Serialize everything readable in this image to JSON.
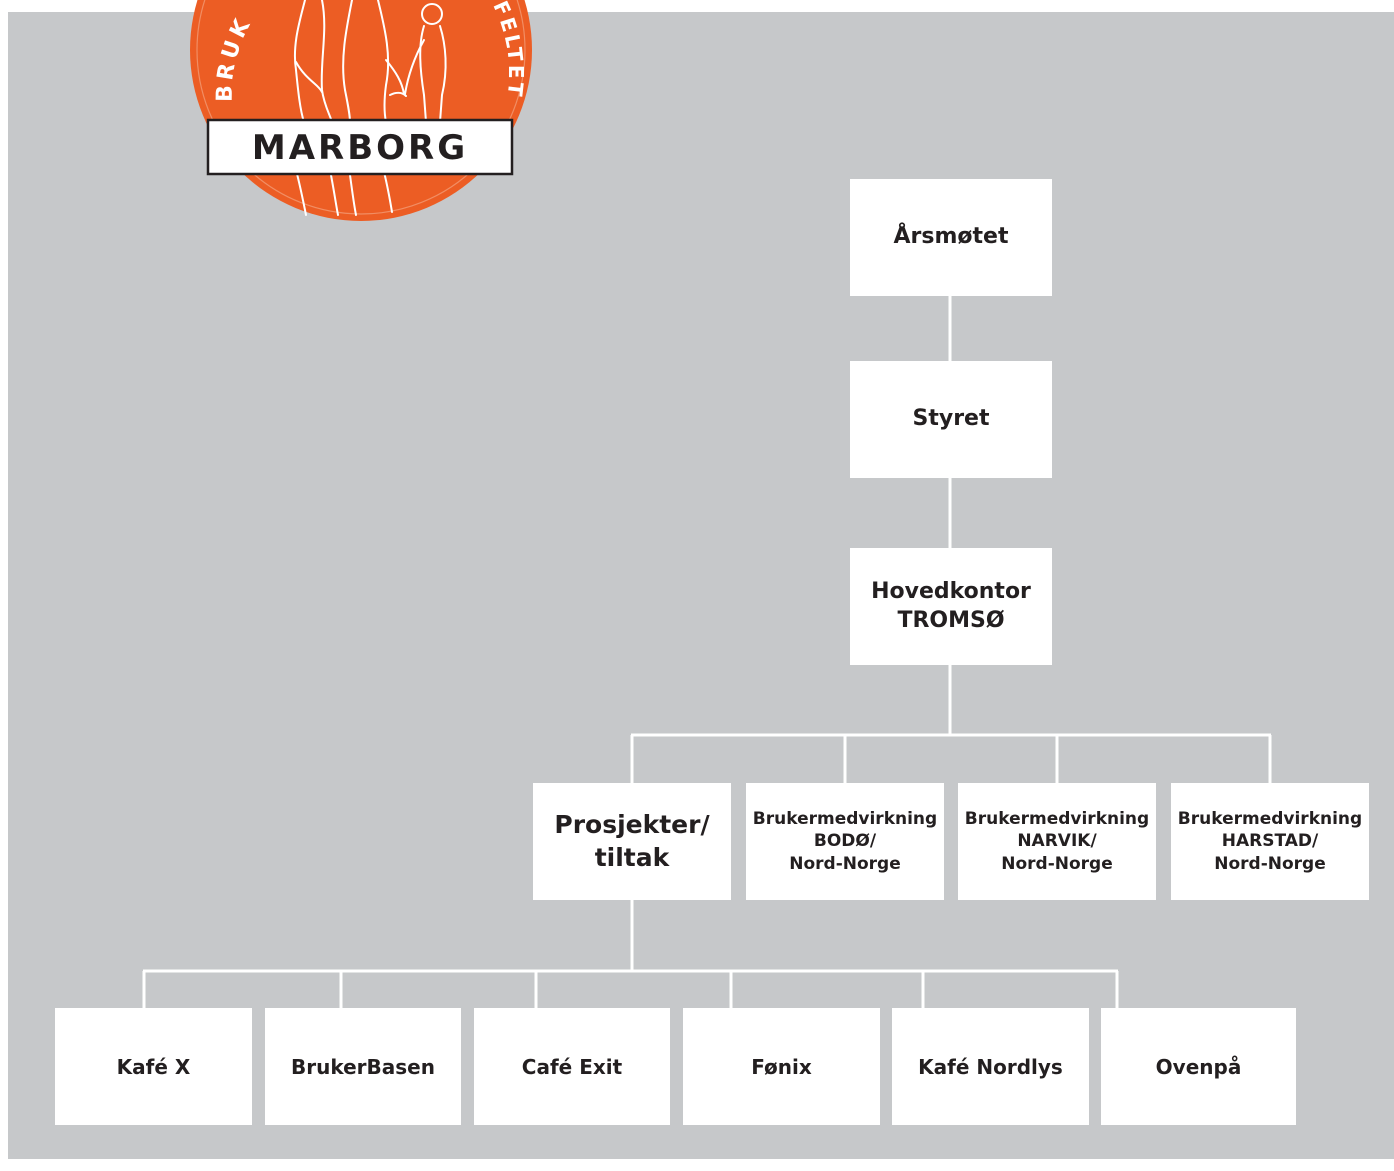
{
  "logo": {
    "arc_left": "BRUKER",
    "arc_right": "SFELTET",
    "name": "MARBORG",
    "color": "#ec5d24"
  },
  "nodes": {
    "arsmotet": [
      "Årsmøtet"
    ],
    "styret": [
      "Styret"
    ],
    "hovedkontor": [
      "Hovedkontor",
      "TROMSØ"
    ],
    "prosjekter": [
      "Prosjekter/",
      "tiltak"
    ],
    "bodo": [
      "Brukermedvirkning",
      "BODØ/",
      "Nord-Norge"
    ],
    "narvik": [
      "Brukermedvirkning",
      "NARVIK/",
      "Nord-Norge"
    ],
    "harstad": [
      "Brukermedvirkning",
      "HARSTAD/",
      "Nord-Norge"
    ],
    "kafex": [
      "Kafé X"
    ],
    "brukerbasen": [
      "BrukerBasen"
    ],
    "cafeexit": [
      "Café Exit"
    ],
    "fonix": [
      "Fønix"
    ],
    "nordlys": [
      "Kafé Nordlys"
    ],
    "ovenpa": [
      "Ovenpå"
    ]
  },
  "colors": {
    "background": "#c6c8ca",
    "box": "#ffffff",
    "connector": "#ffffff",
    "text": "#231f20"
  }
}
